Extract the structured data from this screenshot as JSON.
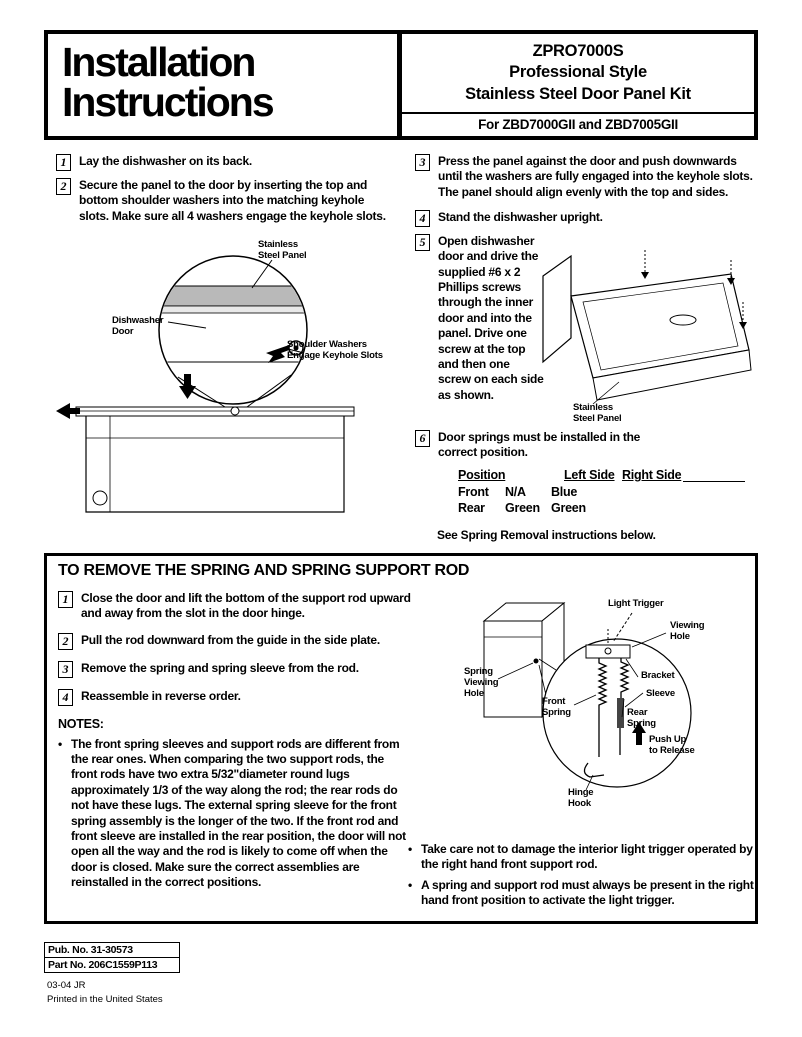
{
  "header": {
    "title": "Installation\nInstructions",
    "model": "ZPRO7000S",
    "subtitle1": "Professional Style",
    "subtitle2": "Stainless Steel Door Panel Kit",
    "for_models": "For ZBD7000GII and ZBD7005GII"
  },
  "bullet_char": "•",
  "steps_left": [
    {
      "num": "1",
      "text": "Lay the dishwasher on its back."
    },
    {
      "num": "2",
      "text": "Secure the panel to the door by inserting the top and bottom shoulder washers into the matching keyhole slots. Make sure all 4 washers engage the keyhole slots."
    }
  ],
  "steps_right": [
    {
      "num": "3",
      "text": "Press the panel against the door and push downwards until the washers are fully engaged into the keyhole slots. The panel should align evenly with the top and sides."
    },
    {
      "num": "4",
      "text": "Stand the dishwasher upright."
    },
    {
      "num": "5",
      "text": "Open dishwasher door and drive the supplied #6 x 2 Phillips screws through the inner door and into the panel. Drive one screw at the top and then one screw on each side as shown."
    },
    {
      "num": "6",
      "text": "Door springs must be installed in the correct position."
    }
  ],
  "diagram1": {
    "label_panel": "Stainless\nSteel Panel",
    "label_door": "Dishwasher\nDoor",
    "label_washers": "Shoulder Washers\nEngage Keyhole Slots"
  },
  "diagram2": {
    "label_panel": "Stainless\nSteel Panel"
  },
  "spring_table": {
    "headers": [
      "Position",
      "Left Side",
      "Right Side"
    ],
    "rows": [
      [
        "Front",
        "N/A",
        "Blue"
      ],
      [
        "Rear",
        "Green",
        "Green"
      ]
    ]
  },
  "see_below": "See Spring Removal instructions below.",
  "removal": {
    "title": "TO REMOVE THE SPRING AND SPRING SUPPORT ROD",
    "steps": [
      {
        "num": "1",
        "text": "Close the door and lift the bottom of the support rod upward and away from the slot in the door hinge."
      },
      {
        "num": "2",
        "text": "Pull the rod downward from the guide in the side plate."
      },
      {
        "num": "3",
        "text": "Remove the spring and spring sleeve from the rod."
      },
      {
        "num": "4",
        "text": "Reassemble in reverse order."
      }
    ],
    "notes_title": "NOTES:",
    "note1": "The front spring sleeves and support rods are different from the rear ones. When comparing the two support rods, the front rods have two extra 5/32\"diameter round lugs approximately 1/3 of the way along the rod; the rear rods do not have these lugs. The external spring sleeve for the front spring assembly is the longer of the two. If the front rod and front sleeve are installed in the rear position, the door will not open all the way and the rod is likely to come off when the door is closed. Make sure the correct assemblies are reinstalled in the correct positions.",
    "bullet1": "Take care not to damage the interior light trigger operated by the right hand front support rod.",
    "bullet2": "A spring and support rod must always be present in the right hand front position to activate the light trigger."
  },
  "diagram3": {
    "label_light_trigger": "Light Trigger",
    "label_viewing_hole": "Viewing\nHole",
    "label_spring_viewing_hole": "Spring\nViewing\nHole",
    "label_front_spring": "Front\nSpring",
    "label_bracket": "Bracket",
    "label_sleeve": "Sleeve",
    "label_rear_spring": "Rear\nSpring",
    "label_push_up": "Push Up\nto Release",
    "label_hinge_hook": "Hinge\nHook"
  },
  "footer": {
    "pub_no": "Pub. No. 31-30573",
    "part_no": "Part No. 206C1559P113",
    "date_code": "03-04 JR",
    "printed": "Printed in the United States"
  }
}
